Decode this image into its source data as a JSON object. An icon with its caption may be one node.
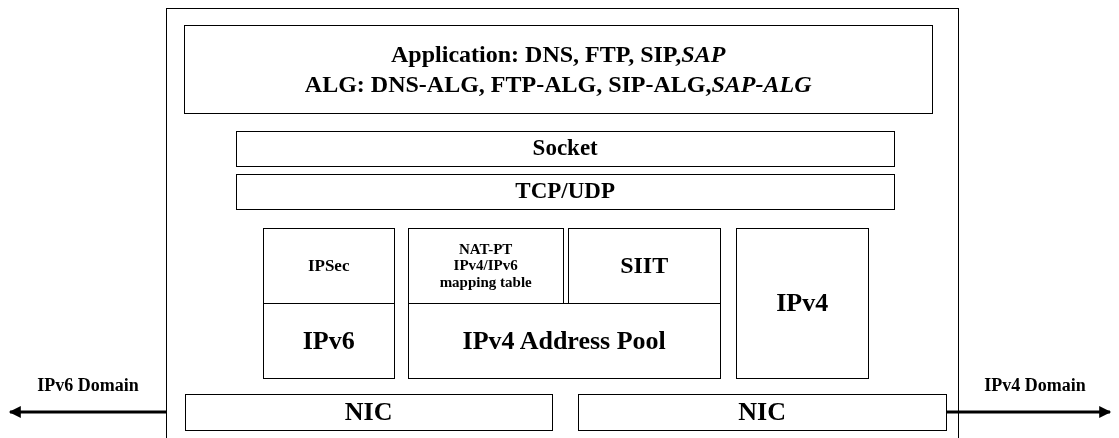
{
  "diagram": {
    "nodes": [
      {
        "text": [],
        "shape": "box"
      },
      {
        "text": [
          "Application: DNS, FTP, SIP,*SAP*",
          "ALG: DNS-ALG, FTP-ALG, SIP-ALG,*SAP-ALG*"
        ],
        "in": 0
      },
      {
        "text": [
          "Socket"
        ],
        "in": 0
      },
      {
        "text": [
          "TCP/UDP"
        ],
        "in": 0
      },
      {
        "text": [
          "IPSec"
        ],
        "in": 0
      },
      {
        "text": [
          "NAT-PT IPv4/IPv6 mapping table"
        ],
        "in": 0
      },
      {
        "text": [
          "SIIT"
        ],
        "in": 0
      },
      {
        "text": [
          "IPv6"
        ],
        "in": 0
      },
      {
        "text": [
          "IPv4 Address Pool"
        ],
        "in": 0
      },
      {
        "text": [
          "IPv4"
        ],
        "in": 0
      },
      {
        "text": [
          "NIC"
        ],
        "in": 0
      },
      {
        "text": [
          "NIC"
        ],
        "in": 0
      }
    ],
    "edges": [
      {
        "from": 0,
        "to": null,
        "arrow": "to",
        "label": "IPv6 Domain"
      },
      {
        "from": 11,
        "to": null,
        "arrow": "to",
        "label": "IPv4 Domain"
      }
    ]
  }
}
